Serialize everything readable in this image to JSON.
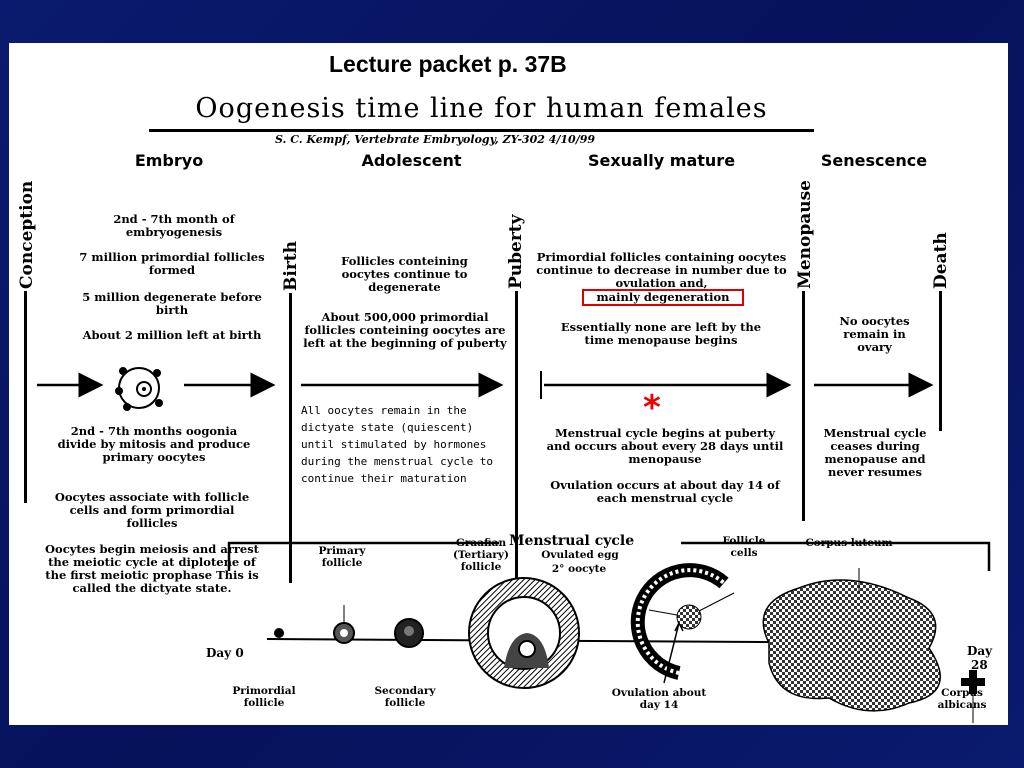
{
  "header": {
    "packet_ref": "Lecture packet p. 37B",
    "title": "Oogenesis time line for human females",
    "author": "S. C. Kempf, Vertebrate Embryology, ZY-302 4/10/99"
  },
  "phases": {
    "embryo": "Embryo",
    "adolescent": "Adolescent",
    "sexually_mature": "Sexually mature",
    "senescence": "Senescence"
  },
  "milestones": {
    "conception": "Conception",
    "birth": "Birth",
    "puberty": "Puberty",
    "menopause": "Menopause",
    "death": "Death"
  },
  "embryo_notes": {
    "n1": "2nd - 7th month of embryogenesis",
    "n2": "7 million primordial follicles formed",
    "n3": "5 million degenerate before birth",
    "n4": "About 2 million left at birth",
    "n5": "2nd - 7th months oogonia divide by mitosis and produce primary oocytes",
    "n6": "Oocytes associate with follicle cells and form primordial follicles",
    "n7": "Oocytes begin meiosis and arrest the meiotic cycle at diplotene of the first meiotic prophase This is called the dictyate state."
  },
  "adolescent_notes": {
    "n1": "Follicles conteining oocytes continue to degenerate",
    "n2": "About 500,000 primordial follicles conteining oocytes are left at the beginning of puberty",
    "dictyate": "All oocytes remain in the dictyate state (quiescent) until stimulated by hormones during the menstrual cycle to continue their maturation"
  },
  "mature_notes": {
    "n1": "Primordial follicles containing oocytes continue to decrease in number due to ovulation and,",
    "highlight": "mainly degeneration",
    "n2": "Essentially none are left by the time menopause begins",
    "star": "*",
    "n3": "Menstrual cycle begins at puberty and occurs about every 28 days until menopause",
    "n4": "Ovulation occurs at about day 14 of each menstrual cycle"
  },
  "senescence_notes": {
    "n1": "No oocytes remain in ovary",
    "n2": "Menstrual cycle ceases during menopause and never resumes"
  },
  "menstrual_cycle": {
    "title": "Menstrual cycle",
    "day0": "Day 0",
    "day28_a": "Day",
    "day28_b": "28",
    "primary_follicle": "Primary follicle",
    "graafian": "Graafian (Tertiary) follicle",
    "ovulated_egg": "Ovulated egg",
    "oocyte2": "2° oocyte",
    "follicle_cells": "Follicle cells",
    "corpus_luteum": "Corpus luteum",
    "primordial_follicle": "Primordial follicle",
    "secondary_follicle": "Secondary follicle",
    "ovulation": "Ovulation about day 14",
    "corpus_albicans": "Corpus albicans"
  }
}
